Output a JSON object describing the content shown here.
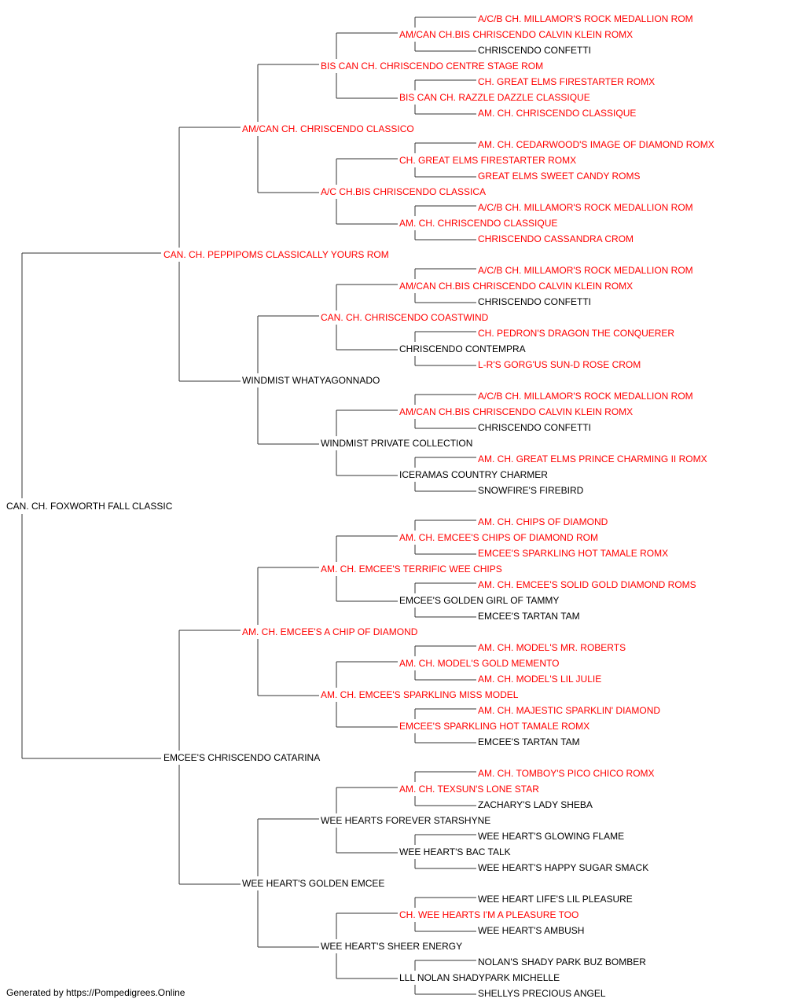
{
  "colors": {
    "champion": "#ff0000",
    "regular": "#000000",
    "line": "#333333"
  },
  "dog": {
    "name": "CAN. CH. FOXWORTH FALL CLASSIC",
    "champion": false
  },
  "generations": [
    [
      {
        "name": "CAN. CH. PEPPIPOMS CLASSICALLY YOURS ROM",
        "champion": true
      },
      {
        "name": "EMCEE'S CHRISCENDO CATARINA",
        "champion": false
      }
    ],
    [
      {
        "name": "AM/CAN CH. CHRISCENDO CLASSICO",
        "champion": true
      },
      {
        "name": "WINDMIST WHATYAGONNADO",
        "champion": false
      },
      {
        "name": "AM. CH. EMCEE'S A CHIP OF DIAMOND",
        "champion": true
      },
      {
        "name": "WEE HEART'S GOLDEN EMCEE",
        "champion": false
      }
    ],
    [
      {
        "name": "BIS CAN CH. CHRISCENDO CENTRE STAGE ROM",
        "champion": true
      },
      {
        "name": "A/C CH.BIS CHRISCENDO CLASSICA",
        "champion": true
      },
      {
        "name": "CAN. CH. CHRISCENDO COASTWIND",
        "champion": true
      },
      {
        "name": "WINDMIST PRIVATE COLLECTION",
        "champion": false
      },
      {
        "name": "AM. CH. EMCEE'S TERRIFIC WEE CHIPS",
        "champion": true
      },
      {
        "name": "AM. CH. EMCEE'S SPARKLING MISS MODEL",
        "champion": true
      },
      {
        "name": "WEE HEARTS FOREVER STARSHYNE",
        "champion": false
      },
      {
        "name": "WEE HEART'S SHEER ENERGY",
        "champion": false
      }
    ],
    [
      {
        "name": "AM/CAN CH.BIS CHRISCENDO CALVIN KLEIN ROMX",
        "champion": true
      },
      {
        "name": "BIS CAN CH. RAZZLE DAZZLE CLASSIQUE",
        "champion": true
      },
      {
        "name": "CH. GREAT ELMS FIRESTARTER ROMX",
        "champion": true
      },
      {
        "name": "AM. CH. CHRISCENDO CLASSIQUE",
        "champion": true
      },
      {
        "name": "AM/CAN CH.BIS CHRISCENDO CALVIN KLEIN ROMX",
        "champion": true
      },
      {
        "name": "CHRISCENDO CONTEMPRA",
        "champion": false
      },
      {
        "name": "AM/CAN CH.BIS CHRISCENDO CALVIN KLEIN ROMX",
        "champion": true
      },
      {
        "name": "ICERAMAS COUNTRY CHARMER",
        "champion": false
      },
      {
        "name": "AM. CH. EMCEE'S CHIPS OF DIAMOND ROM",
        "champion": true
      },
      {
        "name": "EMCEE'S GOLDEN GIRL OF TAMMY",
        "champion": false
      },
      {
        "name": "AM. CH. MODEL'S GOLD MEMENTO",
        "champion": true
      },
      {
        "name": "EMCEE'S SPARKLING HOT TAMALE ROMX",
        "champion": true
      },
      {
        "name": "AM. CH. TEXSUN'S LONE STAR",
        "champion": true
      },
      {
        "name": "WEE HEART'S BAC TALK",
        "champion": false
      },
      {
        "name": "CH. WEE HEARTS I'M A PLEASURE TOO",
        "champion": true
      },
      {
        "name": "LLL NOLAN SHADYPARK MICHELLE",
        "champion": false
      }
    ],
    [
      {
        "name": "A/C/B CH. MILLAMOR'S ROCK MEDALLION ROM",
        "champion": true
      },
      {
        "name": "CHRISCENDO CONFETTI",
        "champion": false
      },
      {
        "name": "CH. GREAT ELMS FIRESTARTER ROMX",
        "champion": true
      },
      {
        "name": "AM. CH. CHRISCENDO CLASSIQUE",
        "champion": true
      },
      {
        "name": "AM. CH. CEDARWOOD'S IMAGE OF DIAMOND ROMX",
        "champion": true
      },
      {
        "name": "GREAT ELMS SWEET CANDY ROMS",
        "champion": true
      },
      {
        "name": "A/C/B CH. MILLAMOR'S ROCK MEDALLION ROM",
        "champion": true
      },
      {
        "name": "CHRISCENDO CASSANDRA CROM",
        "champion": true
      },
      {
        "name": "A/C/B CH. MILLAMOR'S ROCK MEDALLION ROM",
        "champion": true
      },
      {
        "name": "CHRISCENDO CONFETTI",
        "champion": false
      },
      {
        "name": "CH. PEDRON'S DRAGON THE CONQUERER",
        "champion": true
      },
      {
        "name": "L-R'S GORG'US SUN-D ROSE CROM",
        "champion": true
      },
      {
        "name": "A/C/B CH. MILLAMOR'S ROCK MEDALLION ROM",
        "champion": true
      },
      {
        "name": "CHRISCENDO CONFETTI",
        "champion": false
      },
      {
        "name": "AM. CH. GREAT ELMS PRINCE CHARMING II ROMX",
        "champion": true
      },
      {
        "name": "SNOWFIRE'S FIREBIRD",
        "champion": false
      },
      {
        "name": "AM. CH. CHIPS OF DIAMOND",
        "champion": true
      },
      {
        "name": "EMCEE'S SPARKLING HOT TAMALE ROMX",
        "champion": true
      },
      {
        "name": "AM. CH. EMCEE'S SOLID GOLD DIAMOND ROMS",
        "champion": true
      },
      {
        "name": "EMCEE'S TARTAN TAM",
        "champion": false
      },
      {
        "name": "AM. CH. MODEL'S MR. ROBERTS",
        "champion": true
      },
      {
        "name": "AM. CH. MODEL'S LIL JULIE",
        "champion": true
      },
      {
        "name": "AM. CH. MAJESTIC SPARKLIN' DIAMOND",
        "champion": true
      },
      {
        "name": "EMCEE'S TARTAN TAM",
        "champion": false
      },
      {
        "name": "AM. CH. TOMBOY'S PICO CHICO ROMX",
        "champion": true
      },
      {
        "name": "ZACHARY'S LADY SHEBA",
        "champion": false
      },
      {
        "name": "WEE HEART'S GLOWING FLAME",
        "champion": false
      },
      {
        "name": "WEE HEART'S HAPPY SUGAR SMACK",
        "champion": false
      },
      {
        "name": "WEE HEART LIFE'S LIL PLEASURE",
        "champion": false
      },
      {
        "name": "WEE HEART'S AMBUSH",
        "champion": false
      },
      {
        "name": "NOLAN'S SHADY PARK BUZ BOMBER",
        "champion": false
      },
      {
        "name": "SHELLYS PRECIOUS ANGEL",
        "champion": false
      }
    ]
  ],
  "footer": "Generated by https://Pompedigrees.Online"
}
